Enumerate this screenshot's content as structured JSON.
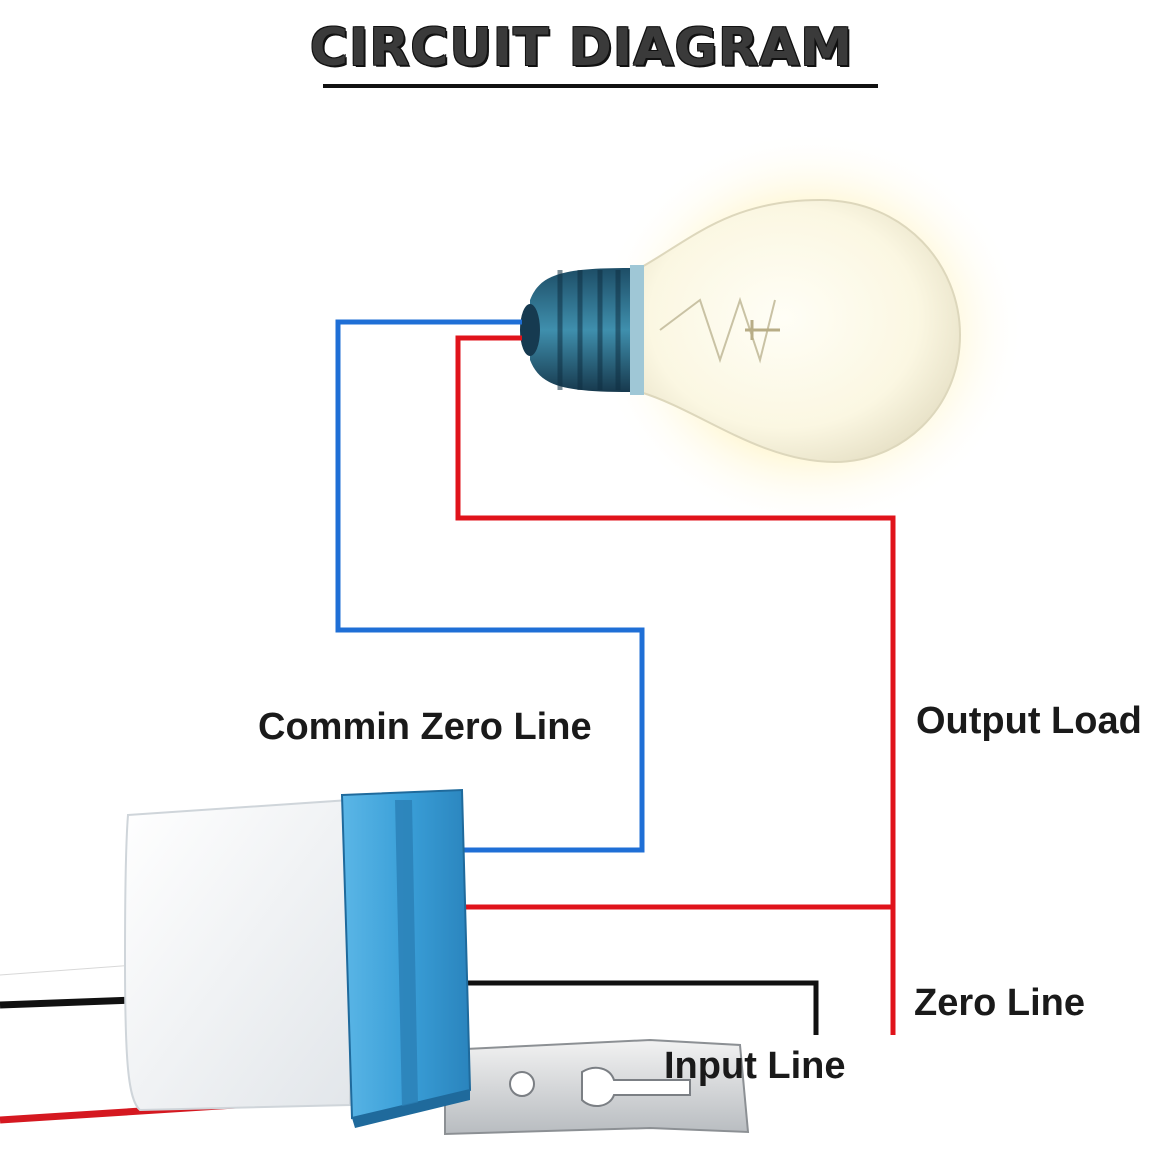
{
  "title": "CIRCUIT DIAGRAM",
  "labels": {
    "commin_zero_line": "Commin Zero Line",
    "output_load": "Output Load",
    "zero_line": "Zero Line",
    "input_line": "Input Line"
  },
  "colors": {
    "zero_wire": "#1f6fd6",
    "live_wire": "#e0131b",
    "input_wire": "#111111",
    "sensor_cap": "#3a9fd8",
    "sensor_body": "#f4f6f8",
    "bulb_base": "#2b6f8a",
    "bulb_glow": "#fff6c8"
  }
}
